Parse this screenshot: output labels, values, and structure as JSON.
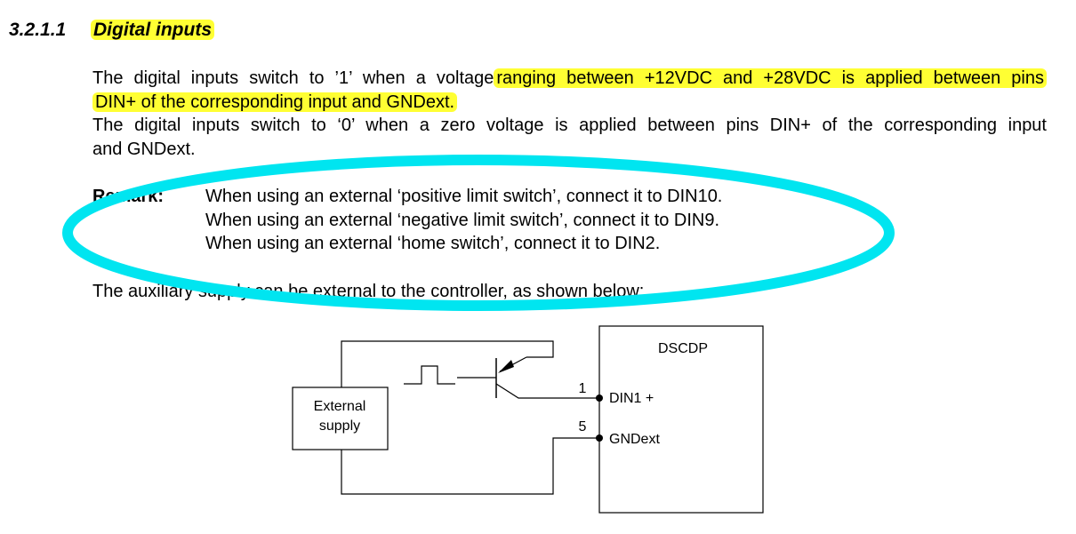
{
  "section": {
    "number": "3.2.1.1",
    "title": "Digital inputs"
  },
  "paragraphs": {
    "p1_plain": "The digital inputs switch to ’1’ when a voltage",
    "p1_hl_a": "ranging between +12VDC and +28VDC is applied between pins",
    "p1_hl_b": "DIN+ of the corresponding input and GNDext.",
    "p2_line1": "The digital inputs switch to ‘0’ when a zero voltage is applied between pins DIN+ of the corresponding input",
    "p2_line2": "and GNDext.",
    "p3": "The auxiliary supply can be external to the controller, as shown below:"
  },
  "remark": {
    "label": "Remark:",
    "lines": [
      "When using an external ‘positive limit switch’, connect it to DIN10.",
      "When using an external ‘negative limit switch’, connect it to DIN9.",
      "When using an external ‘home switch’, connect it to DIN2."
    ]
  },
  "diagram": {
    "supply_line1": "External",
    "supply_line2": "supply",
    "controller": "DSCDP",
    "pin1_number": "1",
    "pin1_label": "DIN1 +",
    "pin5_number": "5",
    "pin5_label": "GNDext"
  },
  "colors": {
    "highlight": "#ffff33",
    "annotation_ellipse": "#00e5f0"
  }
}
